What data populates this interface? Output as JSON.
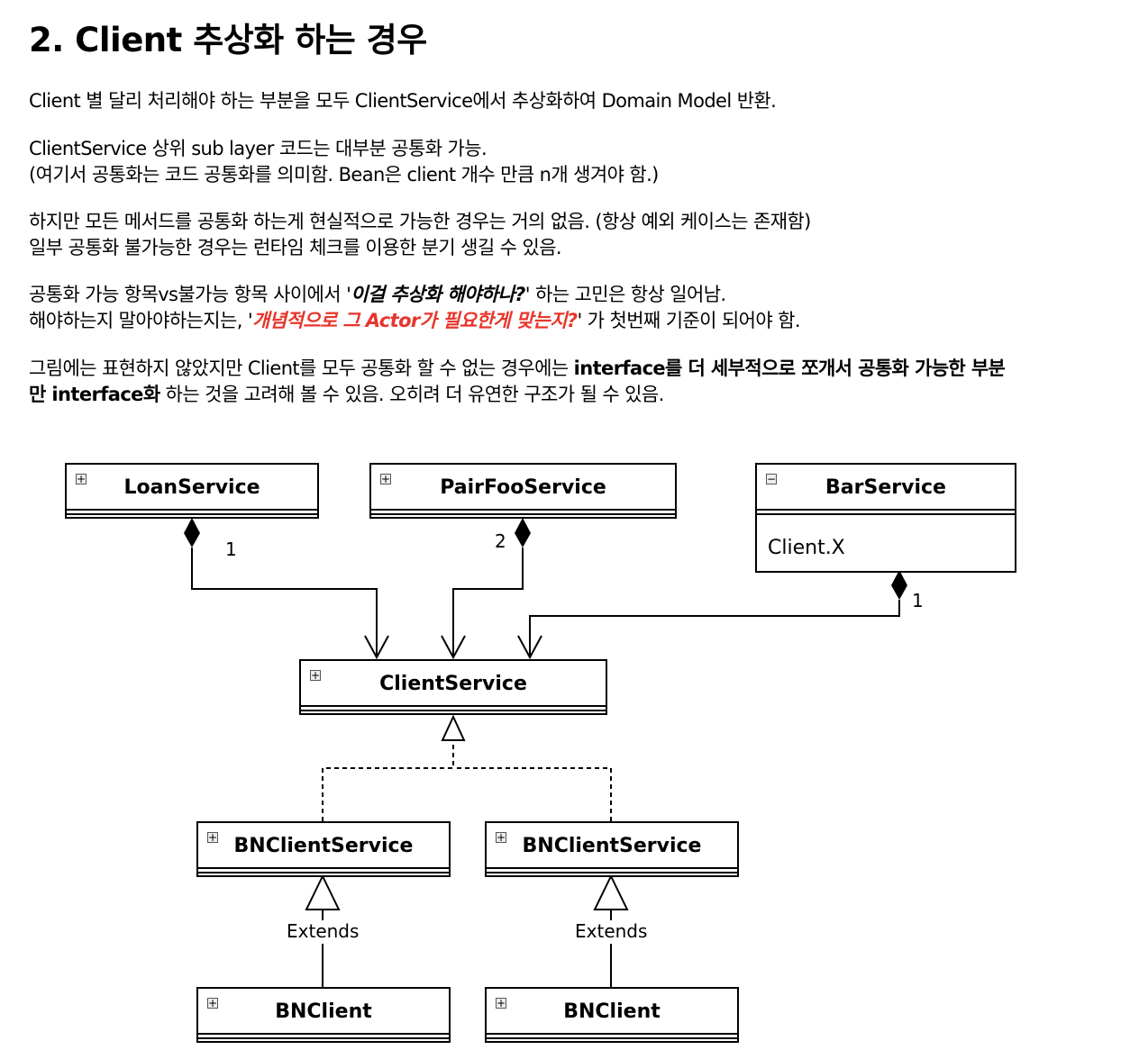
{
  "title": "2. Client 추상화 하는 경우",
  "paragraphs": {
    "p1": "Client 별 달리 처리해야 하는 부분을 모두 ClientService에서 추상화하여 Domain Model 반환.",
    "p2_line1": "ClientService 상위 sub layer 코드는 대부분 공통화 가능.",
    "p2_line2": "(여기서 공통화는 코드 공통화를 의미함. Bean은 client 개수 만큼 n개 생겨야 함.)",
    "p3_line1": "하지만 모든 메서드를 공통화 하는게 현실적으로 가능한 경우는 거의 없음. (항상 예외 케이스는 존재함)",
    "p3_line2": "일부 공통화 불가능한 경우는 런타임 체크를 이용한 분기 생길 수 있음.",
    "p4_line1_a": "공통화 가능 항목vs불가능 항목 사이에서 '",
    "p4_line1_em": "이걸 추상화 해야하나?",
    "p4_line1_b": "' 하는 고민은 항상 일어남.",
    "p4_line2_a": "해야하는지 말아야하는지는, '",
    "p4_line2_red": "개념적으로 그 Actor가 필요한게 맞는지?",
    "p4_line2_b": "' 가 첫번째 기준이 되어야 함.",
    "p5_a": "그림에는 표현하지 않았지만 Client를 모두 공통화 할 수 없는 경우에는 ",
    "p5_bold1": "interface를 더 세부적으로 쪼개서 공통화 가능한 부분",
    "p5_bold2": "만 interface화",
    "p5_b": " 하는 것을 고려해 볼 수 있음. 오히려 더 유연한 구조가 될 수 있음."
  },
  "diagram": {
    "boxes": {
      "loan": {
        "name": "LoanService",
        "toggle": "+"
      },
      "pairfoo": {
        "name": "PairFooService",
        "toggle": "+"
      },
      "bar": {
        "name": "BarService",
        "toggle": "−",
        "attribute": "Client.X"
      },
      "client": {
        "name": "ClientService",
        "toggle": "+"
      },
      "bn1": {
        "name": "BNClientService",
        "toggle": "+"
      },
      "bn2": {
        "name": "BNClientService",
        "toggle": "+"
      },
      "bnc1": {
        "name": "BNClient",
        "toggle": "+"
      },
      "bnc2": {
        "name": "BNClient",
        "toggle": "+"
      }
    },
    "multiplicity": {
      "loan": "1",
      "pairfoo": "2",
      "bar": "1"
    },
    "extends_label": "Extends"
  }
}
